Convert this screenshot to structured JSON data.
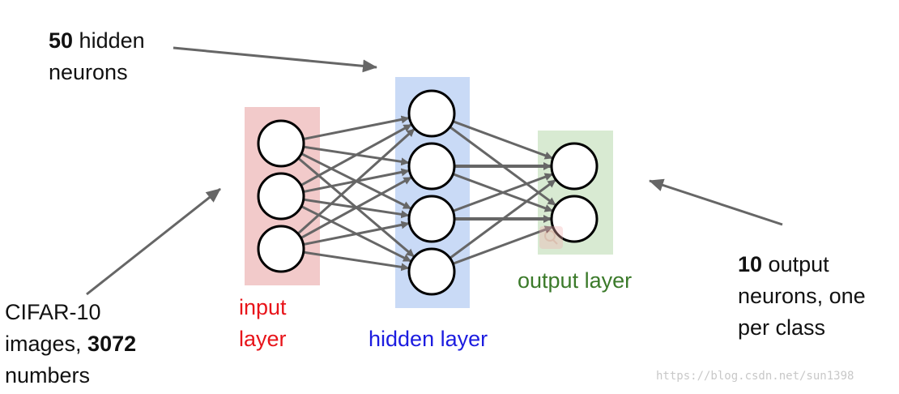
{
  "colors": {
    "input_layer_bg": "#f2caca",
    "hidden_layer_bg": "#c9daf6",
    "output_layer_bg": "#d8ead2",
    "input_label": "#e8141a",
    "hidden_label": "#1c1ce0",
    "output_label": "#3b7a2a",
    "edge": "#666666",
    "neuron_fill": "#ffffff",
    "neuron_stroke": "#000000"
  },
  "layers": {
    "input": {
      "label_line1": "input",
      "label_line2": "layer",
      "neurons": 3
    },
    "hidden": {
      "label": "hidden layer",
      "neurons": 4
    },
    "output": {
      "label": "output layer",
      "neurons": 2
    }
  },
  "annotations": {
    "hidden": {
      "bold": "50",
      "line1_rest": " hidden",
      "line2": "neurons"
    },
    "input": {
      "line1": "CIFAR-10",
      "line2_prefix": "images, ",
      "line2_bold": "3072",
      "line3": "numbers"
    },
    "output": {
      "bold": "10",
      "line1_rest": " output",
      "line2": "neurons, one",
      "line3": "per class"
    }
  },
  "watermark": "https://blog.csdn.net/sun1398"
}
